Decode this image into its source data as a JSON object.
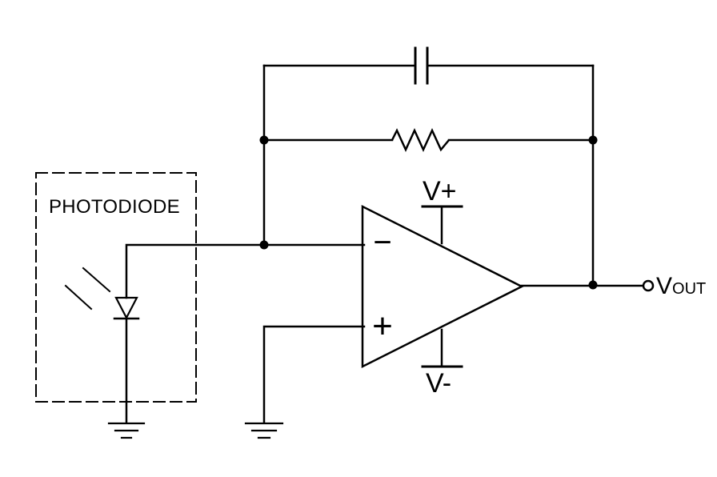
{
  "labels": {
    "photodiode": "PHOTODIODE",
    "supply_positive": "V+",
    "supply_negative": "V-",
    "output_main": "V",
    "output_sub": "OUT"
  },
  "opamp": {
    "inverting_symbol": "−",
    "noninverting_symbol": "+"
  },
  "colors": {
    "stroke": "#000000",
    "background": "#ffffff"
  }
}
